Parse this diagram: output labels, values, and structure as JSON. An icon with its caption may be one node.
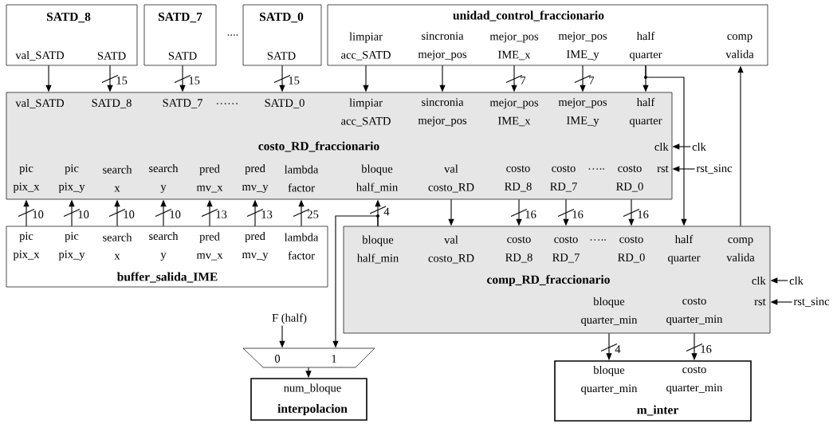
{
  "diagram": {
    "nodes": [
      {
        "text": [
          "SATD_8",
          "val_SATD",
          "SATD"
        ]
      },
      {
        "text": [
          "SATD_7",
          "SATD"
        ]
      },
      {
        "text": [
          "SATD_0",
          "SATD"
        ]
      },
      {
        "text": [
          "unidad_control_fraccionario",
          "limpiar acc_SATD",
          "sincronia mejor_pos",
          "mejor_pos IME_x",
          "mejor_pos IME_y",
          "half quarter",
          "comp valida"
        ]
      },
      {
        "text": [
          "costo_RD_fraccionario",
          "val_SATD",
          "SATD_8",
          "SATD_7",
          "SATD_0",
          "limpiar acc_SATD",
          "sincronia mejor_pos",
          "mejor_pos IME_x",
          "mejor_pos IME_y",
          "half quarter",
          "clk",
          "pic pix_x",
          "pic pix_y",
          "search x",
          "search y",
          "pred mv_x",
          "pred mv_y",
          "lambda factor",
          "bloque half_min",
          "val costo_RD",
          "costo RD_8",
          "costo RD_7",
          "costo RD_0",
          "rst"
        ]
      },
      {
        "text": [
          "clk"
        ]
      },
      {
        "text": [
          "rst_sinc"
        ]
      },
      {
        "text": [
          "pic pix_x",
          "pic pix_y",
          "search x",
          "search y",
          "pred mv_x",
          "pred mv_y",
          "lambda factor",
          "buffer_salida_IME"
        ]
      },
      {
        "text": [
          "comp_RD_fraccionario",
          "bloque half_min",
          "val costo_RD",
          "costo RD_8",
          "costo RD_7",
          "costo RD_0",
          "half quarter",
          "comp valida",
          "clk",
          "bloque quarter_min",
          "costo quarter_min",
          "rst"
        ]
      },
      {
        "text": [
          "clk"
        ]
      },
      {
        "text": [
          "rst_sinc"
        ]
      },
      {
        "text": [
          "F (half)"
        ]
      },
      {
        "text": [
          "0",
          "1"
        ]
      },
      {
        "text": [
          "num_bloque",
          "interpolacion"
        ]
      },
      {
        "text": [
          "bloque quarter_min",
          "costo quarter_min",
          "m_inter"
        ]
      }
    ],
    "edges": [
      {
        "from": 0,
        "to": 4,
        "arrow": "to"
      },
      {
        "from": 0,
        "to": 4,
        "arrow": "to",
        "label": "15"
      },
      {
        "from": 1,
        "to": 4,
        "arrow": "to",
        "label": "15"
      },
      {
        "from": 2,
        "to": 4,
        "arrow": "to",
        "label": "15"
      },
      {
        "from": 3,
        "to": 4,
        "arrow": "to"
      },
      {
        "from": 3,
        "to": 4,
        "arrow": "to"
      },
      {
        "from": 3,
        "to": 4,
        "arrow": "to",
        "label": "7"
      },
      {
        "from": 3,
        "to": 4,
        "arrow": "to",
        "label": "7"
      },
      {
        "from": 3,
        "to": 4,
        "arrow": "to"
      },
      {
        "from": 3,
        "to": 8,
        "arrow": "to"
      },
      {
        "from": 5,
        "to": 4,
        "arrow": "to"
      },
      {
        "from": 6,
        "to": 4,
        "arrow": "to"
      },
      {
        "from": 7,
        "to": 4,
        "arrow": "to",
        "label": "10"
      },
      {
        "from": 7,
        "to": 4,
        "arrow": "to",
        "label": "10"
      },
      {
        "from": 7,
        "to": 4,
        "arrow": "to",
        "label": "10"
      },
      {
        "from": 7,
        "to": 4,
        "arrow": "to",
        "label": "10"
      },
      {
        "from": 7,
        "to": 4,
        "arrow": "to",
        "label": "13"
      },
      {
        "from": 7,
        "to": 4,
        "arrow": "to",
        "label": "13"
      },
      {
        "from": 7,
        "to": 4,
        "arrow": "to",
        "label": "25"
      },
      {
        "from": 8,
        "to": 4,
        "arrow": "to",
        "label": "4"
      },
      {
        "from": 8,
        "to": 12,
        "arrow": "to"
      },
      {
        "from": 4,
        "to": 8,
        "arrow": "to"
      },
      {
        "from": 4,
        "to": 8,
        "arrow": "to",
        "label": "16"
      },
      {
        "from": 4,
        "to": 8,
        "arrow": "to",
        "label": "16"
      },
      {
        "from": 4,
        "to": 8,
        "arrow": "to",
        "label": "16"
      },
      {
        "from": 8,
        "to": 3,
        "arrow": "to"
      },
      {
        "from": 9,
        "to": 8,
        "arrow": "to"
      },
      {
        "from": 10,
        "to": 8,
        "arrow": "to"
      },
      {
        "from": 11,
        "to": 12,
        "arrow": "to"
      },
      {
        "from": 8,
        "to": 14,
        "arrow": "to",
        "label": "4"
      },
      {
        "from": 8,
        "to": 14,
        "arrow": "to",
        "label": "16"
      },
      {
        "from": 12,
        "to": 13,
        "arrow": "to"
      }
    ],
    "labels": [
      "....",
      "……",
      "…..",
      "….."
    ]
  }
}
